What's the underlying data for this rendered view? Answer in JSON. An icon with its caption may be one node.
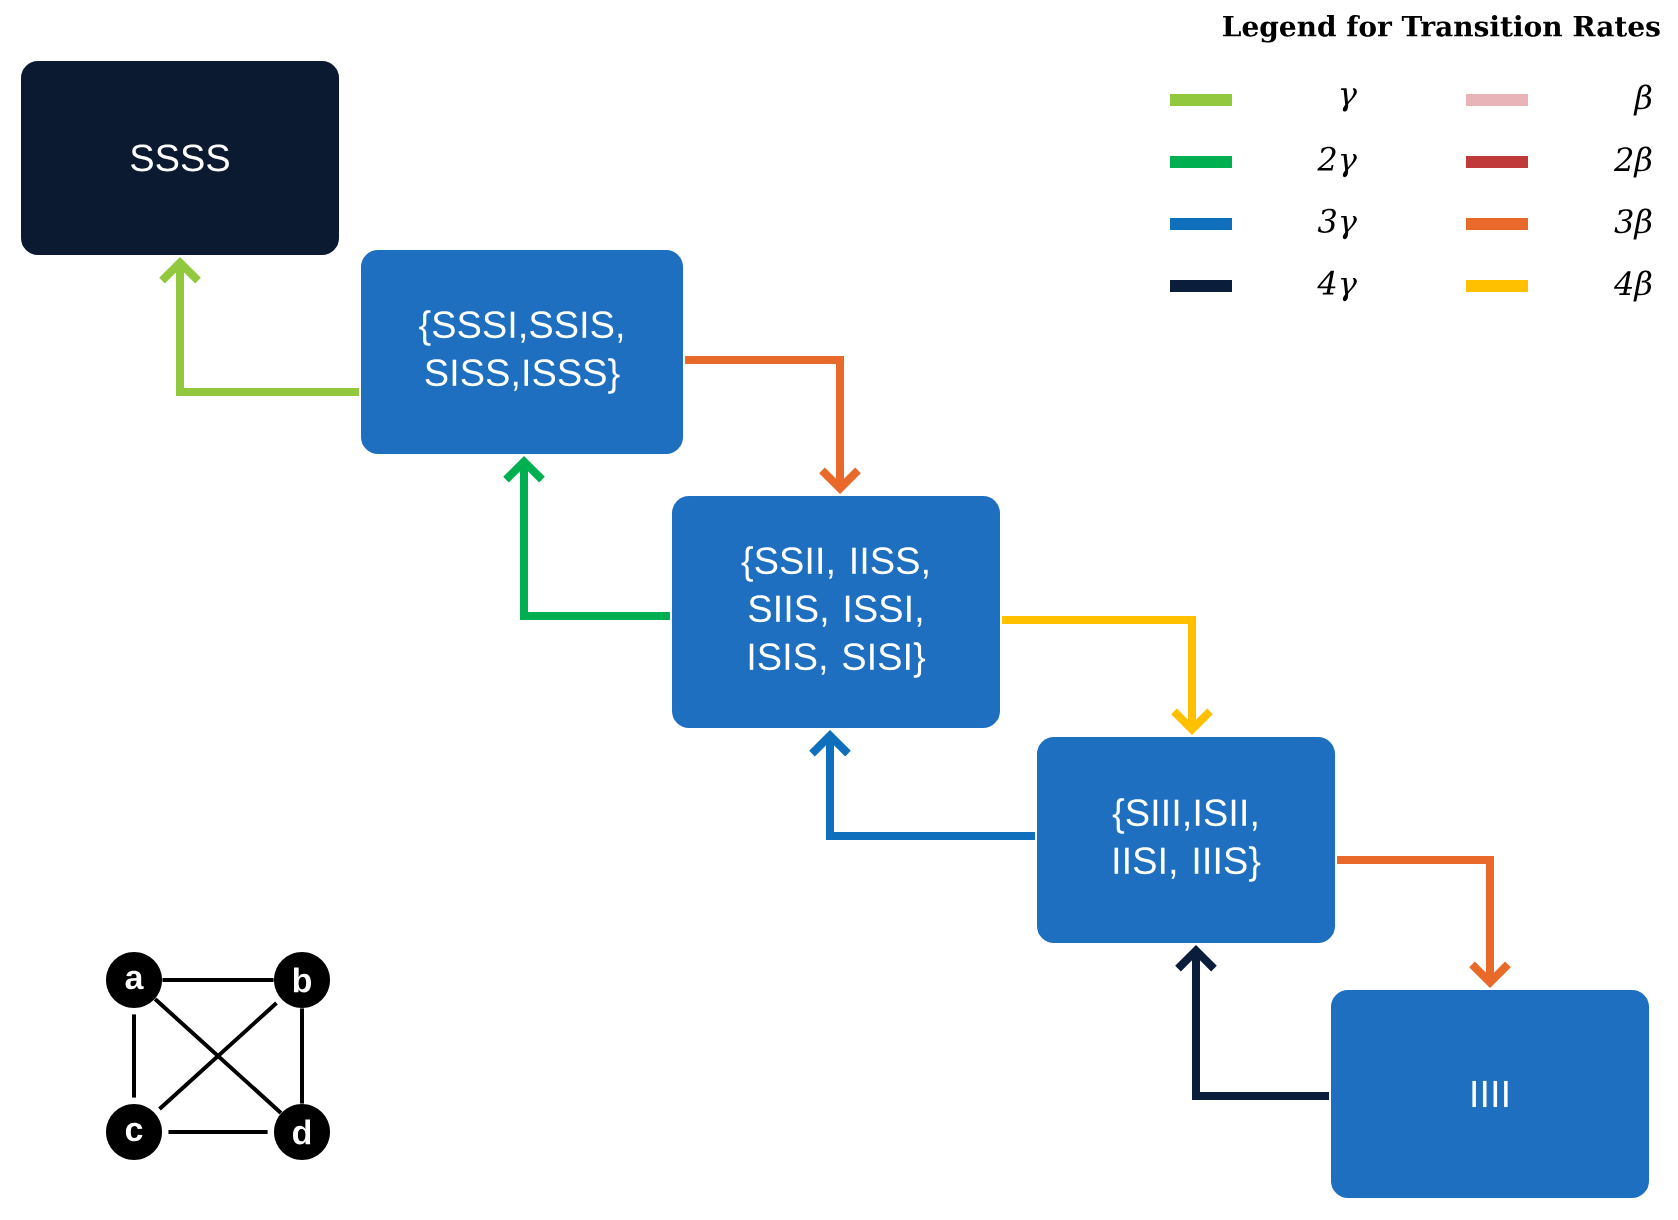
{
  "diagram": {
    "nodes": [
      {
        "text": [
          "SSSS"
        ]
      },
      {
        "text": [
          "{SSSI,SSIS, SISS,ISSS}"
        ]
      },
      {
        "text": [
          "{SSII, IISS, SIIS, ISSI, ISIS, SISI}"
        ]
      },
      {
        "text": [
          "{SIII,ISII, IISI, IIIS}"
        ]
      },
      {
        "text": [
          "IIII"
        ]
      },
      {
        "text": [
          "a"
        ]
      },
      {
        "text": [
          "b"
        ]
      },
      {
        "text": [
          "c"
        ]
      },
      {
        "text": [
          "d"
        ]
      }
    ],
    "edges": [
      {
        "from": 1,
        "to": 0,
        "arrow": "to",
        "color": "#92c83e"
      },
      {
        "from": 1,
        "to": 2,
        "arrow": "to",
        "color": "#e8692a"
      },
      {
        "from": 2,
        "to": 1,
        "arrow": "to",
        "color": "#00b050"
      },
      {
        "from": 2,
        "to": 3,
        "arrow": "to",
        "color": "#ffc000"
      },
      {
        "from": 3,
        "to": 2,
        "arrow": "to",
        "color": "#0f6fbd"
      },
      {
        "from": 3,
        "to": 4,
        "arrow": "to",
        "color": "#e8692a"
      },
      {
        "from": 4,
        "to": 3,
        "arrow": "to",
        "color": "#0a1e3c"
      },
      {
        "from": 5,
        "to": 6,
        "arrow": "none"
      },
      {
        "from": 5,
        "to": 7,
        "arrow": "none"
      },
      {
        "from": 5,
        "to": 8,
        "arrow": "none"
      },
      {
        "from": 6,
        "to": 7,
        "arrow": "none"
      },
      {
        "from": 6,
        "to": 8,
        "arrow": "none"
      },
      {
        "from": 7,
        "to": 8,
        "arrow": "none"
      }
    ],
    "labels": [
      "Legend for Transition Rates"
    ],
    "legend": [
      {
        "text": "γ",
        "color": "#92c83e"
      },
      {
        "text": "2γ",
        "color": "#00b050"
      },
      {
        "text": "3γ",
        "color": "#0f6fbd"
      },
      {
        "text": "4γ",
        "color": "#0a1e3c"
      },
      {
        "text": "β",
        "color": "#e8b4b8"
      },
      {
        "text": "2β",
        "color": "#c0393b"
      },
      {
        "text": "3β",
        "color": "#e8692a"
      },
      {
        "text": "4β",
        "color": "#ffc000"
      }
    ]
  }
}
